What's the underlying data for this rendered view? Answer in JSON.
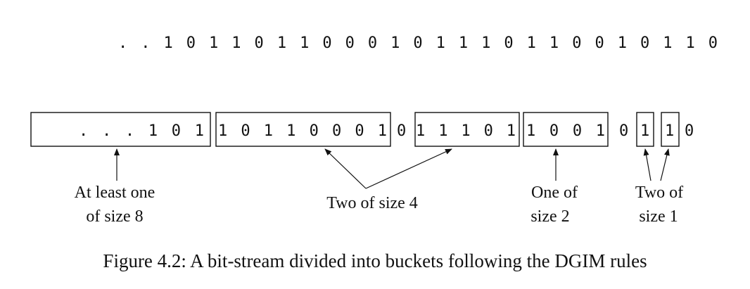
{
  "stream": ". . 1 0 1 1 0 1 1 0 0 0 1 0 1 1 1 0 1 1 0 0 1 0 1 1 0",
  "buckets": {
    "b8": ". . . 1 0 1",
    "b8b": "1 0 1 1 0 0 0 1",
    "sep1": "0",
    "b4": "1 1 1 0 1",
    "b2": "1 0 0 1",
    "sep2": "0",
    "b1a": "1",
    "b1b": "1",
    "tail": "0"
  },
  "labels": {
    "size8_line1": "At least one",
    "size8_line2": "of size 8",
    "size4": "Two of size 4",
    "size2_line1": "One of",
    "size2_line2": "size 2",
    "size1_line1": "Two of",
    "size1_line2": "size 1"
  },
  "caption": "Figure 4.2: A bit-stream divided into buckets following the DGIM rules"
}
